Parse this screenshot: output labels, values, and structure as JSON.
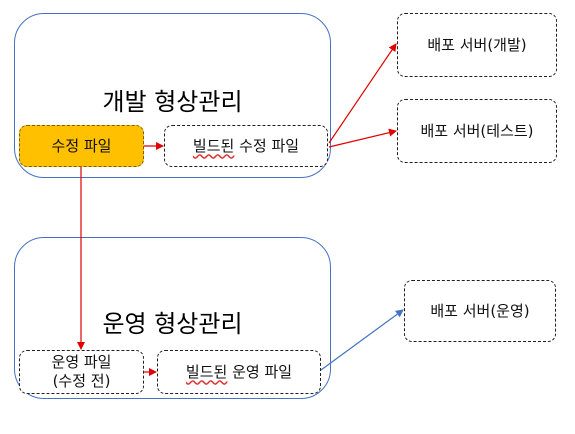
{
  "dev": {
    "title": "개발 형상관리",
    "modified_file": "수정 파일",
    "built_prefix": "빌드된",
    "built_suffix": " 수정 파일"
  },
  "ops": {
    "title": "운영 형상관리",
    "file_line1": "운영 파일",
    "file_line2": "(수정 전)",
    "built_prefix": "빌드된",
    "built_suffix": " 운영 파일"
  },
  "servers": {
    "dev": "배포 서버(개발)",
    "test": "배포 서버(테스트)",
    "ops": "배포 서버(운영)"
  },
  "colors": {
    "frame_border": "#4472c4",
    "highlight_fill": "#ffc000",
    "red_arrow": "#e00000",
    "blue_arrow": "#4472c4"
  }
}
